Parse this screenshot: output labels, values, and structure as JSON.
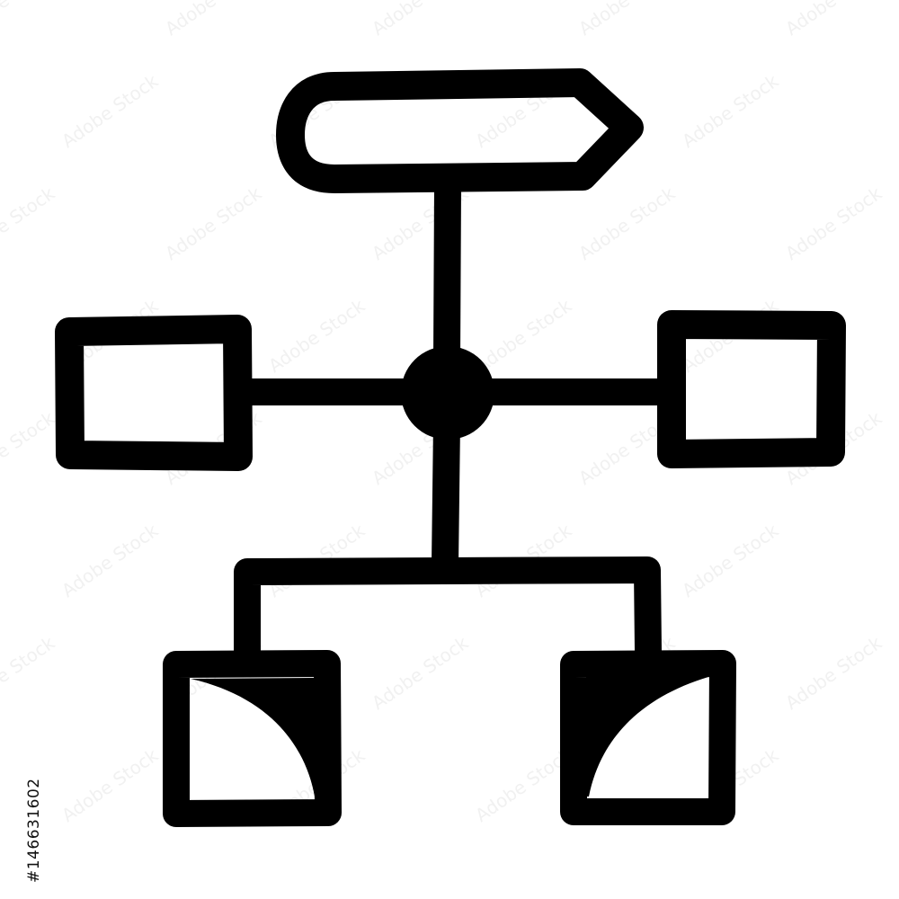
{
  "icon": {
    "name": "hierarchy-flowchart-icon",
    "style": "hand-drawn glyph",
    "stroke_color": "#000000",
    "background_color": "#ffffff"
  },
  "watermark": {
    "text": "Adobe Stock",
    "color": "#e6e6e6"
  },
  "stock_id": {
    "text": "#146631602"
  }
}
